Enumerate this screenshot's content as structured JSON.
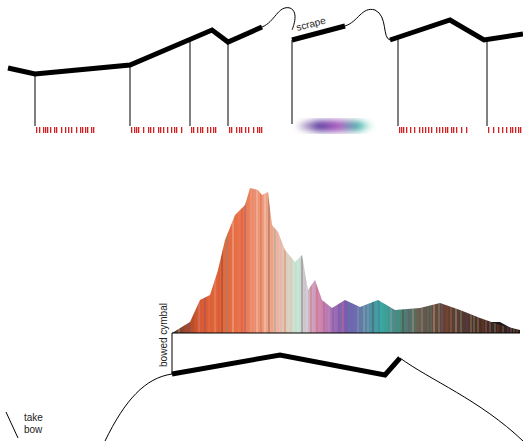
{
  "diagram": {
    "labels": [
      "scrape",
      "bowed cymbal",
      "take bow"
    ]
  }
}
